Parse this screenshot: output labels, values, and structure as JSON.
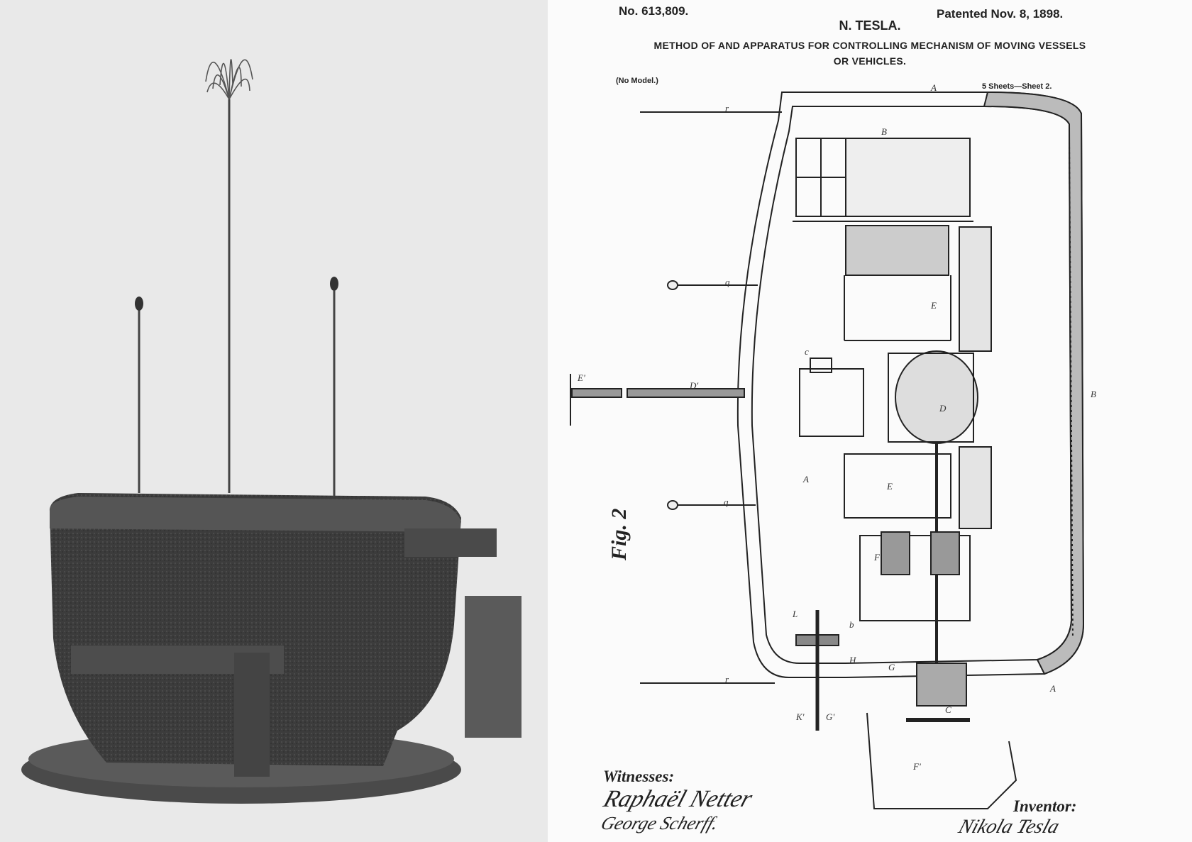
{
  "patent": {
    "number": "No. 613,809.",
    "inventor": "N. TESLA.",
    "date": "Patented Nov. 8, 1898.",
    "title_line1": "METHOD OF AND APPARATUS FOR CONTROLLING MECHANISM OF MOVING VESSELS",
    "title_line2": "OR VEHICLES.",
    "no_model": "(No Model.)",
    "sheets": "5 Sheets—Sheet 2.",
    "figure": "Fig. 2",
    "witnesses_label": "Witnesses:",
    "witness_1": "Raphaël Netter",
    "witness_2": "George Scherff.",
    "inventor_label": "Inventor:",
    "inventor_signature": "Nikola Tesla"
  },
  "labels": {
    "A": "A",
    "B": "B",
    "D": "D",
    "E": "E",
    "F": "F",
    "G": "G",
    "H": "H",
    "L": "L",
    "C": "C",
    "r": "r",
    "q": "q",
    "c": "c",
    "b": "b",
    "E1": "E'",
    "D1": "D'",
    "E2": "E'",
    "F1": "F'",
    "G1": "G'",
    "K1": "K'"
  },
  "colors": {
    "photo_bg": "#e9e9e9",
    "boat_dark": "#3a3a3a",
    "paper": "#fbfbfb",
    "ink": "#222222"
  }
}
